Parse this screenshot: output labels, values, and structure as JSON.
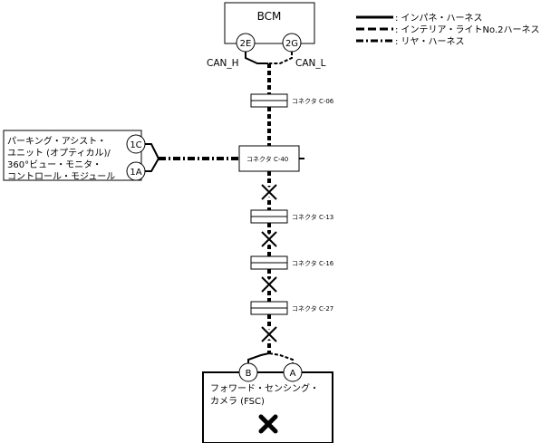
{
  "legend": [
    {
      "style": "solid",
      "label": ": インパネ・ハーネス"
    },
    {
      "style": "dashed",
      "label": ": インテリア・ライトNo.2ハーネス"
    },
    {
      "style": "dashdot",
      "label": ": リヤ・ハーネス"
    }
  ],
  "bcm": {
    "title": "BCM",
    "pin_left": "2E",
    "pin_right": "2G",
    "can_h": "CAN_H",
    "can_l": "CAN_L"
  },
  "connectors": [
    "コネクタ C-06",
    "コネクタ C-40",
    "コネクタ C-13",
    "コネクタ C-16",
    "コネクタ C-27"
  ],
  "parking_unit": {
    "lines": [
      "パーキング・アシスト・",
      "ユニット (オプティカル)/",
      "360°ビュー・モニタ・",
      "コントロール・モジュール"
    ],
    "pin_top": "1C",
    "pin_bottom": "1A"
  },
  "fsc": {
    "lines": [
      "フォワード・センシング・",
      "カメラ (FSC)"
    ],
    "pin_left": "B",
    "pin_right": "A"
  },
  "colors": {
    "line": "#000000",
    "background": "#ffffff"
  },
  "icons": {
    "break_mark": "cross-icon",
    "failure_mark": "cross-icon"
  }
}
